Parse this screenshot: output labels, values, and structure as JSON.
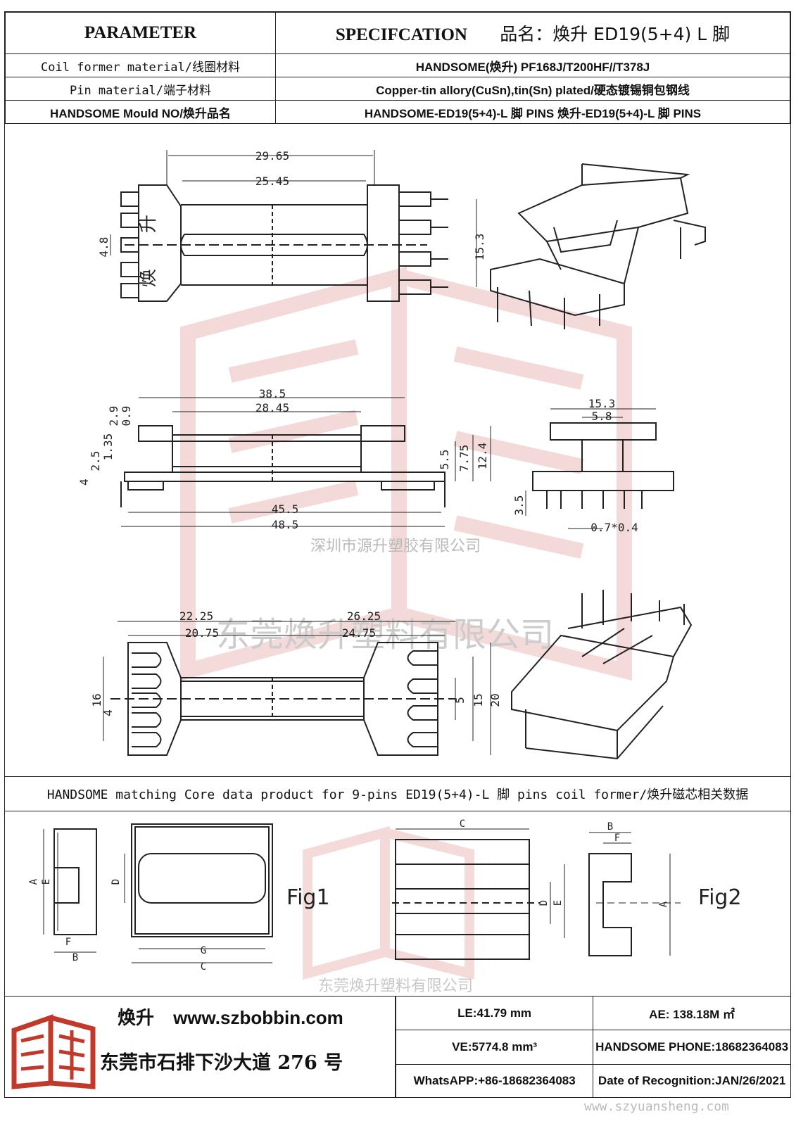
{
  "header": {
    "parameter_label": "PARAMETER",
    "spec_label": "SPECIFCATION",
    "product_name": "品名：焕升 ED19(5+4) L 脚",
    "rows": [
      {
        "label": "Coil former material/线圈材料",
        "value": "HANDSOME(焕升)   PF168J/T200HF//T378J"
      },
      {
        "label": "Pin material/端子材料",
        "value": "Copper-tin allory(CuSn),tin(Sn) plated/硬态镀锡铜包钢线"
      },
      {
        "label": "HANDSOME Mould NO/焕升品名",
        "value": "HANDSOME-ED19(5+4)-L 脚  PINS    焕升-ED19(5+4)-L 脚  PINS"
      }
    ]
  },
  "drawing": {
    "top_view": {
      "dims": [
        "29.65",
        "25.45",
        "15.3",
        "4.8"
      ],
      "logo_chars": [
        "焕",
        "升"
      ]
    },
    "side_view": {
      "dims": [
        "38.5",
        "28.45",
        "2.9",
        "0.9",
        "1.35",
        "2.5",
        "4",
        "5.5",
        "7.75",
        "12.4",
        "45.5",
        "48.5"
      ]
    },
    "end_view": {
      "dims": [
        "15.3",
        "5.8",
        "3.5",
        "0.7*0.4"
      ]
    },
    "bottom_view": {
      "dims": [
        "22.25",
        "20.75",
        "26.25",
        "24.75",
        "16",
        "4",
        "5",
        "15",
        "20"
      ]
    },
    "watermarks": [
      "深圳市源升塑胶有限公司",
      "东莞焕升塑料有限公司"
    ]
  },
  "core_band": {
    "text": "HANDSOME matching Core data  product for 9-pins ED19(5+4)-L 脚 pins coil former/焕升磁芯相关数据"
  },
  "core_figs": {
    "fig1_label": "Fig1",
    "fig2_label": "Fig2",
    "letters": [
      "A",
      "E",
      "D",
      "F",
      "B",
      "G",
      "C"
    ],
    "watermark": "东莞焕升塑料有限公司"
  },
  "footer": {
    "brand": "焕升",
    "site": "www.szbobbin.com",
    "address": "东莞市石排下沙大道 276 号",
    "le": "LE:41.79 mm",
    "ae": "AE: 138.18M ㎡",
    "ve": "VE:5774.8 mm³",
    "phone": "HANDSOME PHONE:18682364083",
    "whatsapp": "WhatsAPP:+86-18682364083",
    "date": "Date of Recognition:JAN/26/2021",
    "site_watermark": "www.szyuansheng.com"
  }
}
